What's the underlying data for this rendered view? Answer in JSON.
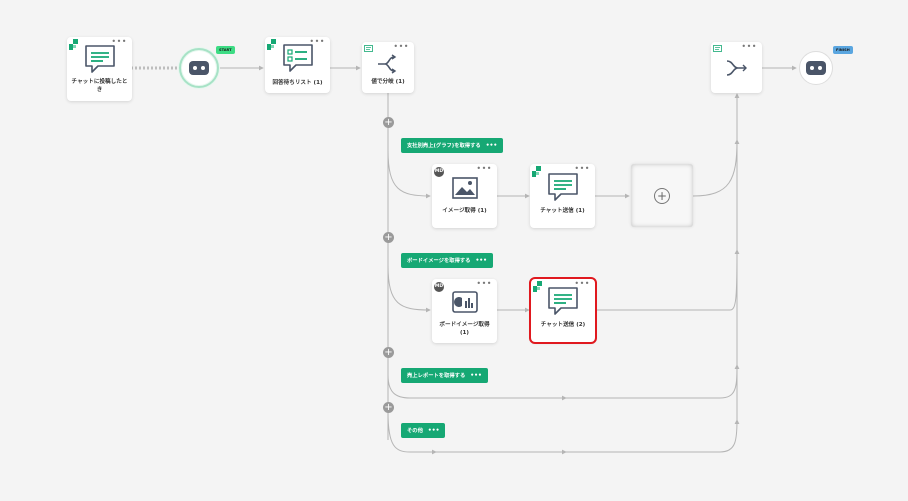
{
  "start_badge": "START",
  "finish_badge": "FINISH",
  "nodes": {
    "chat_post": "チャットに投稿したとき",
    "reply_list": "回答待ちリスト (1)",
    "branch_value": "値で分岐 (1)",
    "image_get": "イメージ取得 (1)",
    "chat_send_1": "チャット送信 (1)",
    "board_image_get": "ボードイメージ取得 (1)",
    "chat_send_2": "チャット送信 (2)"
  },
  "md_tag": "MD",
  "branches": [
    "支社別売上(グラフ)を取得する",
    "ボードイメージを取得する",
    "売上レポートを取得する",
    "その他"
  ],
  "menu_glyph": "•••",
  "plus_glyph": "+",
  "colors": {
    "accent_green": "#16a874",
    "selected_red": "#e0191f",
    "icon_dark": "#4a5568",
    "start_badge": "#3ddc84",
    "finish_badge": "#5aa6e0"
  },
  "icons": [
    "chat-bubble-icon",
    "checklist-icon",
    "branch-split-icon",
    "merge-icon",
    "image-icon",
    "board-chart-icon",
    "bot-icon"
  ]
}
